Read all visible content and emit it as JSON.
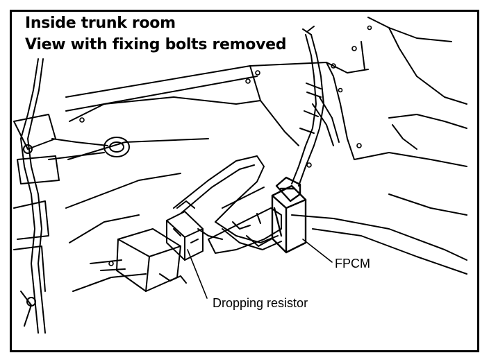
{
  "diagram": {
    "heading_line1": "Inside trunk room",
    "heading_line2": "View with fixing bolts removed",
    "labels": {
      "fpcm": "FPCM",
      "dropping_resistor": "Dropping resistor"
    }
  }
}
